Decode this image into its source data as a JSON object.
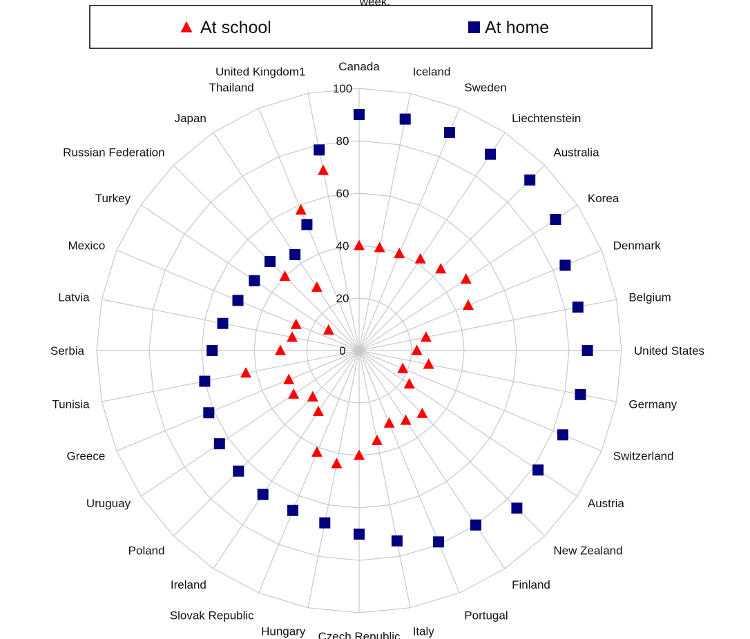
{
  "chart_data": {
    "type": "radar",
    "title_fragment": "week.",
    "categories": [
      "Canada",
      "Iceland",
      "Sweden",
      "Liechtenstein",
      "Australia",
      "Korea",
      "Denmark",
      "Belgium",
      "United States",
      "Germany",
      "Switzerland",
      "Austria",
      "New Zealand",
      "Finland",
      "Portugal",
      "Italy",
      "Czech Republic",
      "Hungary",
      "Slovak Republic",
      "Ireland",
      "Poland",
      "Uruguay",
      "Greece",
      "Tunisia",
      "Serbia",
      "Latvia",
      "Mexico",
      "Turkey",
      "Russian Federation",
      "Japan",
      "Thailand",
      "United Kingdom1"
    ],
    "rlim": [
      0,
      100
    ],
    "ticks": [
      0,
      20,
      40,
      60,
      80,
      100
    ],
    "grid": true,
    "legend_position": "top",
    "series": [
      {
        "name": "At school",
        "marker": "triangle",
        "color": "#ff0000",
        "values": [
          40,
          40,
          40,
          42,
          44,
          49,
          45,
          26,
          22,
          27,
          18,
          23,
          34,
          32,
          30,
          35,
          40,
          44,
          42,
          28,
          25,
          30,
          29,
          44,
          30,
          26,
          26,
          14,
          40,
          29,
          58,
          70
        ]
      },
      {
        "name": "At home",
        "marker": "square",
        "color": "#00007f",
        "values": [
          90,
          90,
          90,
          90,
          92,
          90,
          85,
          85,
          87,
          86,
          84,
          82,
          85,
          80,
          79,
          74,
          70,
          67,
          66,
          66,
          65,
          64,
          62,
          60,
          56,
          53,
          50,
          48,
          48,
          44,
          52,
          78
        ]
      }
    ]
  }
}
